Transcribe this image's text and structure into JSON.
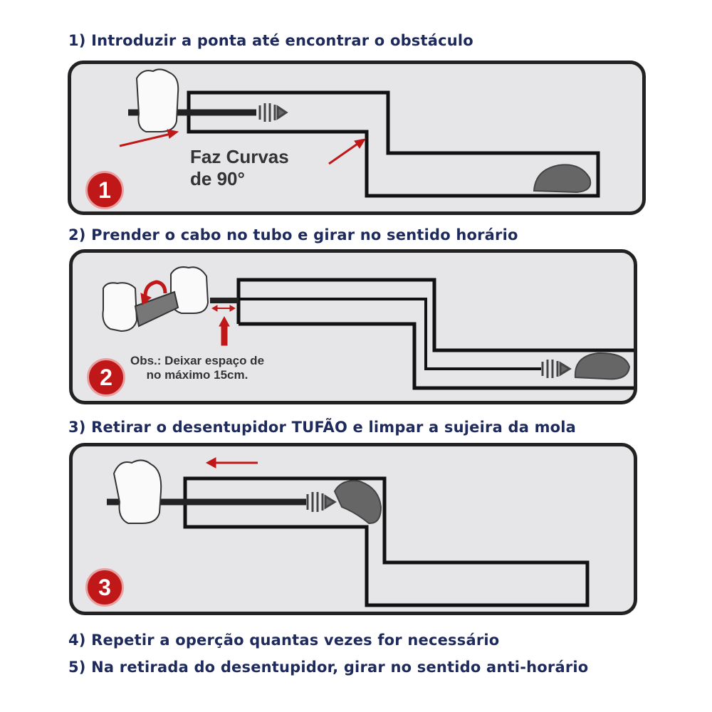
{
  "steps": [
    "1) Introduzir a ponta até encontrar o obstáculo",
    "2) Prender o cabo no tubo e girar no sentido horário",
    "3) Retirar o desentupidor TUFÃO e limpar a sujeira da mola",
    "4) Repetir a operção quantas vezes for necessário",
    "5) Na retirada do desentupidor, girar no sentido anti-horário"
  ],
  "panels": [
    {
      "number": "1",
      "note_line1": "Faz Curvas",
      "note_line2": "de 90°"
    },
    {
      "number": "2",
      "note_line1": "Obs.: Deixar espaço de",
      "note_line2": "no máximo 15cm."
    },
    {
      "number": "3"
    }
  ],
  "colors": {
    "text": "#1e2a5c",
    "accent": "#c01818",
    "panel": "#e6e6e8"
  }
}
